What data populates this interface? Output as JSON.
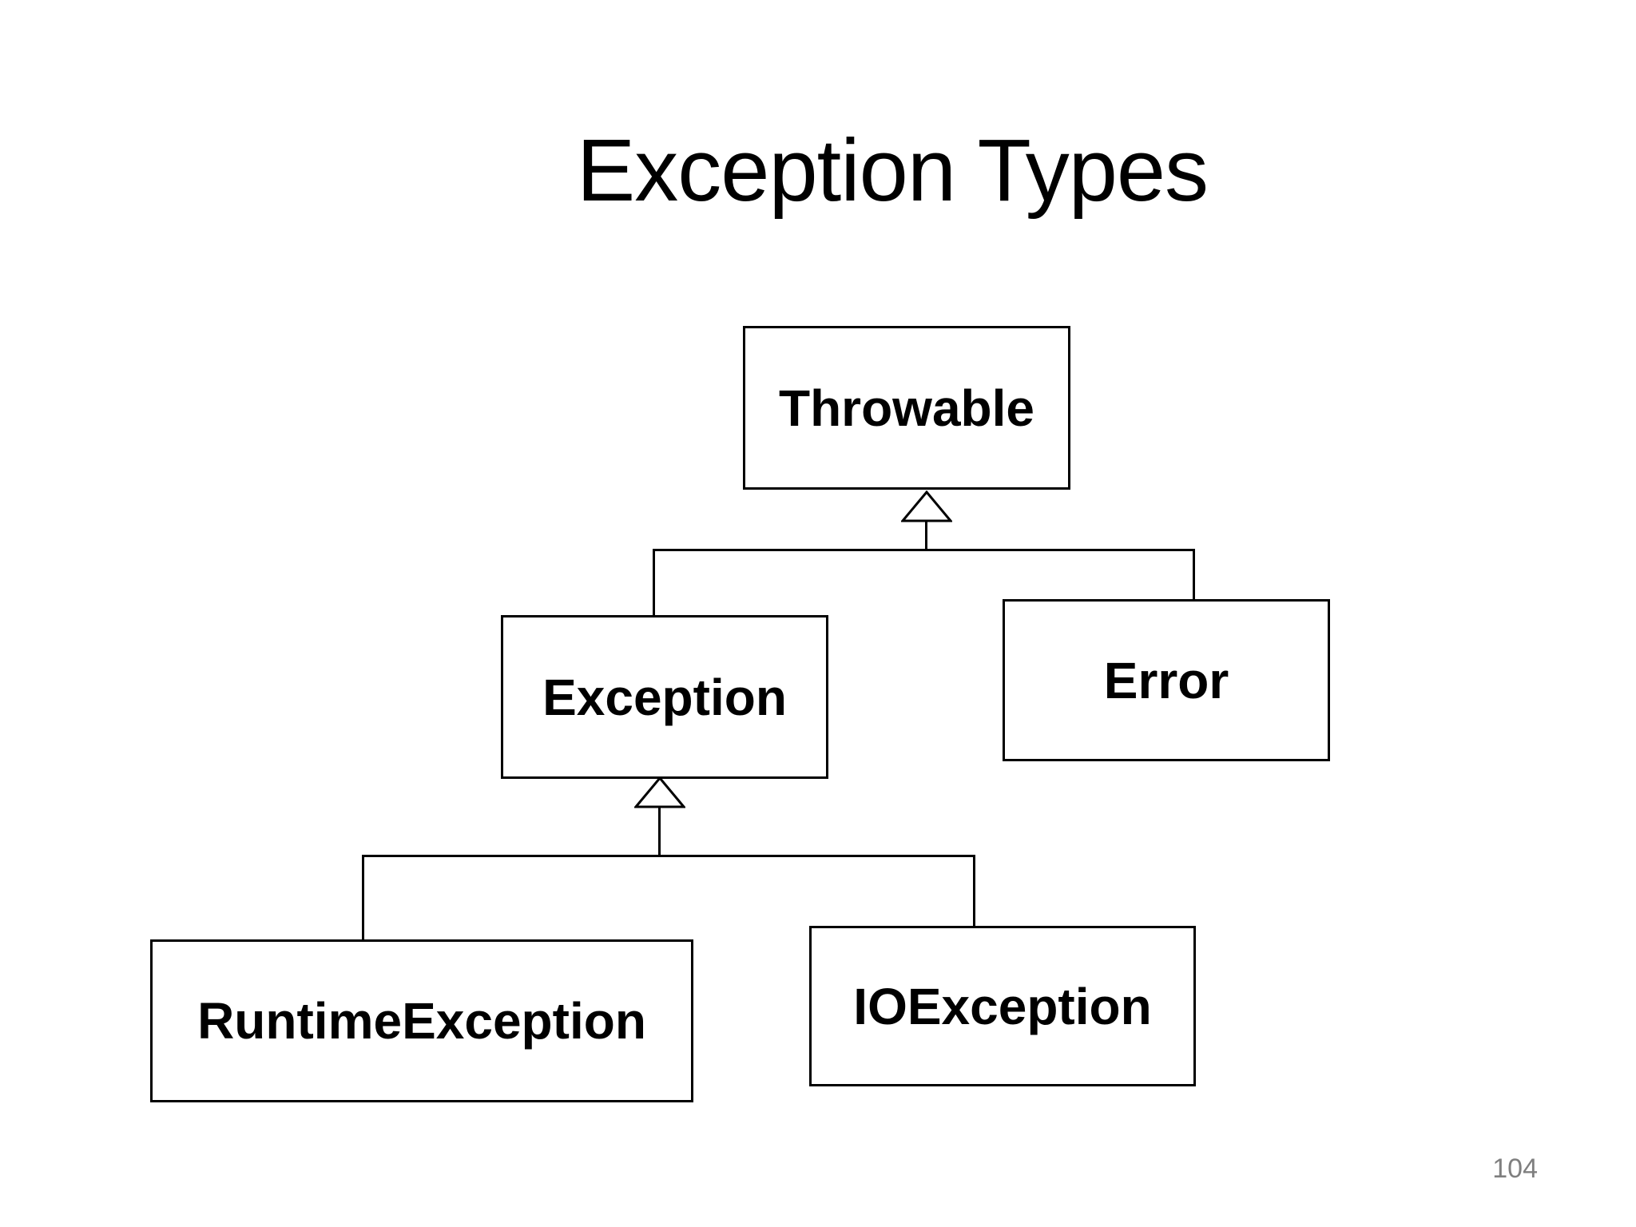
{
  "slide": {
    "title": "Exception Types",
    "page_number": "104",
    "background_color": "#ffffff"
  },
  "diagram": {
    "type": "uml-class-hierarchy",
    "nodes": [
      {
        "id": "throwable",
        "label": "Throwable"
      },
      {
        "id": "exception",
        "label": "Exception"
      },
      {
        "id": "error",
        "label": "Error"
      },
      {
        "id": "runtime-exception",
        "label": "RuntimeException"
      },
      {
        "id": "io-exception",
        "label": "IOException"
      }
    ],
    "edges": [
      {
        "from": "Exception",
        "to": "Throwable",
        "type": "inheritance"
      },
      {
        "from": "Error",
        "to": "Throwable",
        "type": "inheritance"
      },
      {
        "from": "RuntimeException",
        "to": "Exception",
        "type": "inheritance"
      },
      {
        "from": "IOException",
        "to": "Exception",
        "type": "inheritance"
      }
    ],
    "colors": {
      "box_border": "#000000",
      "box_fill": "#ffffff",
      "line": "#000000",
      "label_text": "#000000",
      "page_number_text": "#7f7f7f"
    }
  }
}
